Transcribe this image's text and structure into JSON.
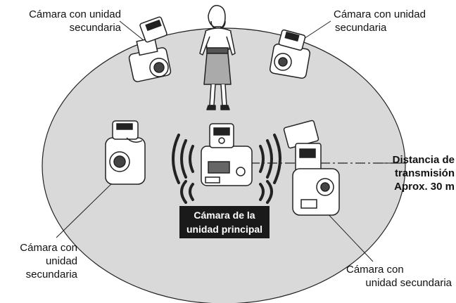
{
  "labels": {
    "top_left": [
      "Cámara con unidad",
      "secundaria"
    ],
    "top_right": [
      "Cámara con unidad",
      "secundaria"
    ],
    "bottom_left": [
      "Cámara con",
      "unidad",
      "secundaria"
    ],
    "bottom_right": [
      "Cámara con",
      "unidad secundaria"
    ],
    "main_unit": [
      "Cámara de la",
      "unidad principal"
    ],
    "distance": [
      "Distancia de",
      "transmisión",
      "Aprox. 30 m"
    ]
  },
  "colors": {
    "circle_fill": "#d9d9d9",
    "badge_bg": "#1a1a1a",
    "badge_text": "#ffffff",
    "line": "#222222"
  },
  "icons": {
    "person": "woman-figure",
    "camera": "camera-with-flash",
    "signal": "wireless-signal-waves"
  }
}
